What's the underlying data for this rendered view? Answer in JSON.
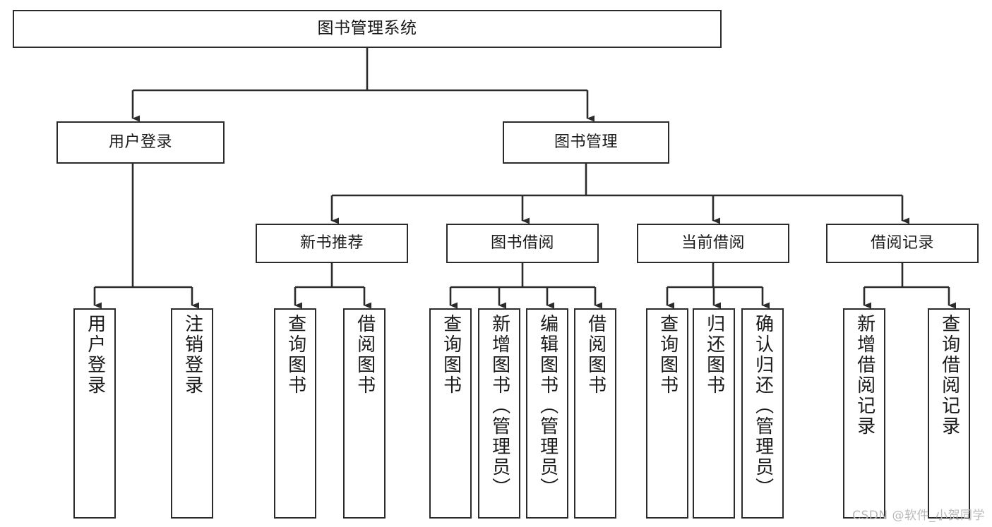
{
  "diagram": {
    "title": "图书管理系统",
    "type": "tree-hierarchy-chart",
    "watermark": "CSDN @软件_小贺同学",
    "colors": {
      "stroke": "#2b2b2b",
      "fill": "#ffffff",
      "text": "#1a1a1a",
      "watermark": "#b9b9b9"
    },
    "levels": {
      "root": {
        "label": "图书管理系统"
      },
      "level2": [
        {
          "label": "用户登录"
        },
        {
          "label": "图书管理"
        }
      ],
      "level3": [
        {
          "label": "新书推荐"
        },
        {
          "label": "图书借阅"
        },
        {
          "label": "当前借阅"
        },
        {
          "label": "借阅记录"
        }
      ],
      "leaves": [
        {
          "label": "用户登录",
          "parent": "用户登录"
        },
        {
          "label": "注销登录",
          "parent": "用户登录"
        },
        {
          "label": "查询图书",
          "parent": "新书推荐"
        },
        {
          "label": "借阅图书",
          "parent": "新书推荐"
        },
        {
          "label": "查询图书",
          "parent": "图书借阅"
        },
        {
          "label": "新增图书（管理员）",
          "parent": "图书借阅"
        },
        {
          "label": "编辑图书（管理员）",
          "parent": "图书借阅"
        },
        {
          "label": "借阅图书",
          "parent": "图书借阅"
        },
        {
          "label": "查询图书",
          "parent": "当前借阅"
        },
        {
          "label": "归还图书",
          "parent": "当前借阅"
        },
        {
          "label": "确认归还（管理员）",
          "parent": "当前借阅"
        },
        {
          "label": "新增借阅记录",
          "parent": "借阅记录"
        },
        {
          "label": "查询借阅记录",
          "parent": "借阅记录"
        }
      ]
    }
  }
}
